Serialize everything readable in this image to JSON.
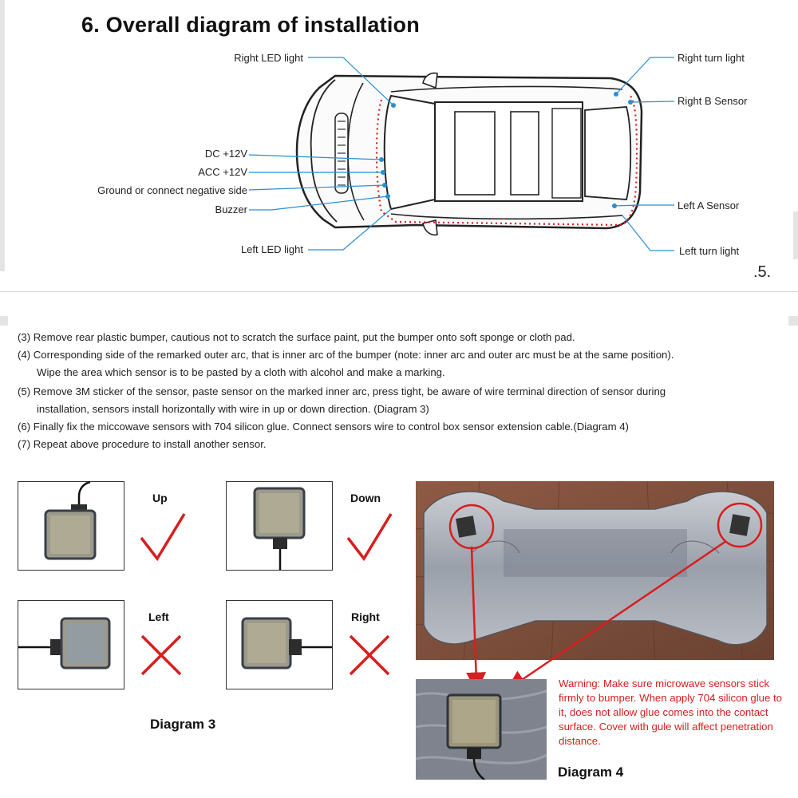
{
  "section": {
    "title": "6. Overall diagram of installation"
  },
  "labels": {
    "right_led_light": "Right LED light",
    "dc_12v": "DC  +12V",
    "acc_12v": "ACC  +12V",
    "ground": "Ground or connect negative side",
    "buzzer": "Buzzer",
    "left_led_light": "Left LED light",
    "right_turn_light": "Right turn light",
    "right_b_sensor": "Right B Sensor",
    "left_a_sensor": "Left A Sensor",
    "left_turn_light": "Left turn light"
  },
  "page_number": ".5.",
  "steps": [
    "(3) Remove rear plastic bumper, cautious not to scratch the surface paint, put the bumper onto soft sponge or cloth pad.",
    "(4) Corresponding side of the remarked outer arc, that is inner arc of the bumper (note: inner arc and outer arc must be at the same position).",
    "Wipe the area which sensor is to be pasted by a cloth with alcohol and make a marking.",
    "(5) Remove 3M sticker of the sensor, paste sensor on the marked inner arc, press tight, be aware of wire terminal direction of sensor during",
    "installation,  sensors install horizontally with wire in up or down direction. (Diagram 3)",
    "(6) Finally fix the miccowave sensors with 704 silicon glue. Connect sensors wire to control box sensor extension cable.(Diagram 4)",
    "(7) Repeat above procedure to install another sensor."
  ],
  "orientations": {
    "up": "Up",
    "down": "Down",
    "left": "Left",
    "right": "Right"
  },
  "diagram3_title": "Diagram 3",
  "diagram4_title": "Diagram 4",
  "warning": "Warning: Make sure microwave sensors stick firmly to bumper. When apply 704 silicon glue to it, does not allow glue comes into the contact surface. Cover with gule will affect penetration distance.",
  "colors": {
    "label_line": "#2a8fd0",
    "wire_dots": "#d81e1e",
    "check": "#d81e1e",
    "cross": "#d81e1e",
    "warning_text": "#d81e1e"
  }
}
